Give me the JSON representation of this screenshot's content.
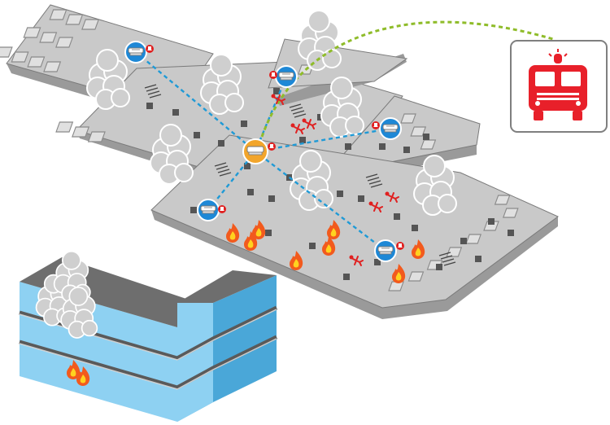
{
  "colors": {
    "floor_top": "#c9c9c9",
    "floor_side": "#9a9a9a",
    "floor_edge": "#7a7a7a",
    "window": "#e0e0e0",
    "pillar": "#555555",
    "smoke": "#cfcfcf",
    "smoke_stroke": "#ffffff",
    "network_link": "#1f9ad6",
    "alert_link": "#8fbc2a",
    "detector_blue": "#1e88d6",
    "detector_main": "#f2a52b",
    "flame_outer": "#f25a1d",
    "flame_inner": "#ffd21f",
    "person": "#e02020",
    "truck": "#e8202a",
    "box_border": "#7f7f7f",
    "building_face": "#8ed1f2",
    "building_side": "#4aa7d8",
    "building_roof": "#6e6e6e"
  },
  "icons": {
    "detector": "smoke-detector-icon",
    "alarm": "alarm-bell-icon",
    "fire": "fire-icon",
    "smoke": "smoke-cloud-icon",
    "person": "fallen-person-icon",
    "truck": "fire-truck-icon",
    "siren": "siren-icon"
  },
  "scene": {
    "central_node": "main-detector",
    "wireless_links": [
      "detector-1",
      "detector-2",
      "detector-3",
      "detector-4",
      "detector-5"
    ],
    "external_link": "fire-department"
  }
}
